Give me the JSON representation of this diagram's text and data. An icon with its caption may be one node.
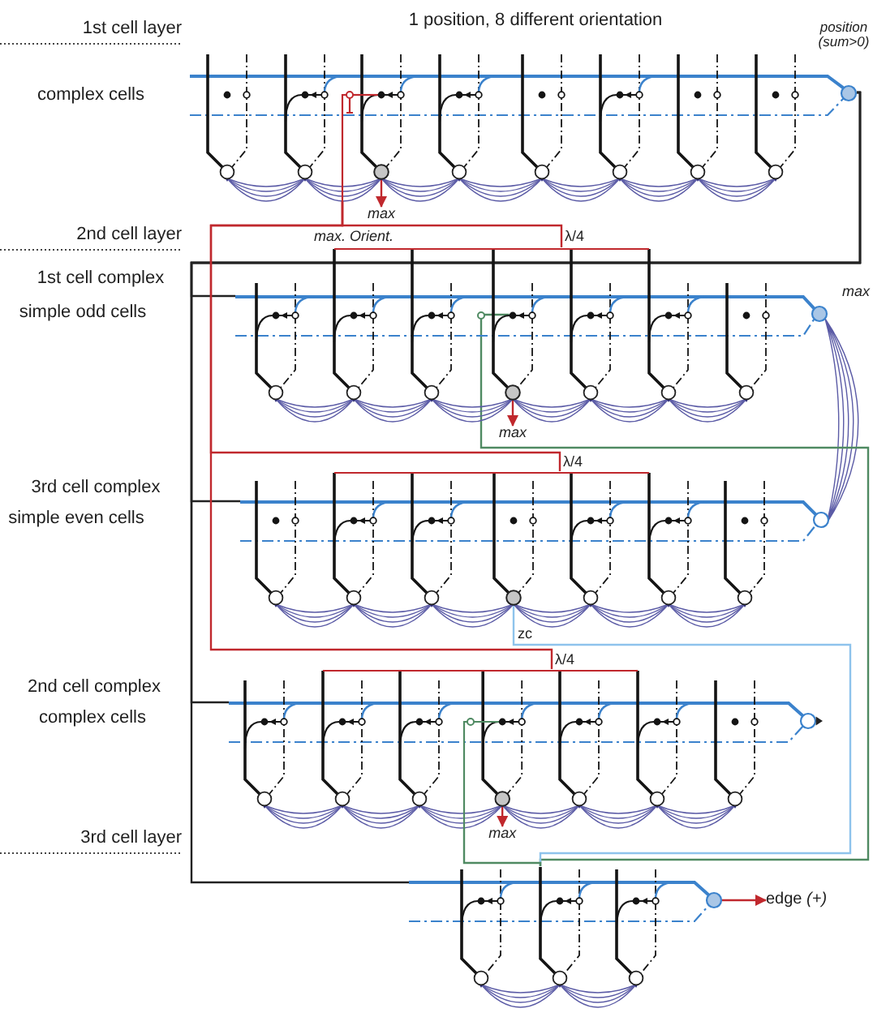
{
  "diagram": {
    "nodes": [
      {
        "text": [],
        "shape": "picture"
      },
      {
        "text": [],
        "shape": "circle",
        "in": 0
      },
      {
        "text": [
          "max"
        ]
      },
      {
        "text": [],
        "shape": "picture"
      },
      {
        "text": [],
        "shape": "circle",
        "in": 3
      },
      {
        "text": [
          "max"
        ]
      },
      {
        "text": [],
        "shape": "picture"
      },
      {
        "text": [],
        "shape": "circle",
        "in": 6
      },
      {
        "text": [],
        "shape": "picture"
      },
      {
        "text": [],
        "shape": "circle",
        "in": 8
      },
      {
        "text": [
          "max"
        ]
      },
      {
        "text": [],
        "shape": "picture"
      },
      {
        "text": [
          "edge *(+)*"
        ]
      }
    ],
    "edges": [
      {
        "from": 0,
        "to": 3,
        "arrow": "none",
        "color": "#222222"
      },
      {
        "from": 0,
        "to": 6,
        "arrow": "none",
        "color": "#222222"
      },
      {
        "from": 0,
        "to": 8,
        "arrow": "none",
        "color": "#222222"
      },
      {
        "from": 0,
        "to": 11,
        "arrow": "none",
        "color": "#222222"
      },
      {
        "from": 0,
        "to": 3,
        "arrow": "none",
        "label": "λ/4"
      },
      {
        "from": 0,
        "to": 6,
        "arrow": "none",
        "label": "λ/4"
      },
      {
        "from": 0,
        "to": 8,
        "arrow": "none",
        "label": "λ/4"
      },
      {
        "from": 3,
        "to": 6,
        "arrow": "none",
        "color": "#5b5ba6"
      },
      {
        "from": 3,
        "to": 11,
        "arrow": "none",
        "color": "#4f8a62"
      },
      {
        "from": 7,
        "to": 11,
        "arrow": "none",
        "color": "#8ec3ec",
        "label": "zc"
      },
      {
        "from": 8,
        "to": 11,
        "arrow": "none",
        "color": "#4f8a62"
      },
      {
        "from": 1,
        "to": 2,
        "arrow": "to"
      },
      {
        "from": 4,
        "to": 5,
        "arrow": "to"
      },
      {
        "from": 9,
        "to": 10,
        "arrow": "to"
      },
      {
        "from": 11,
        "to": 12,
        "arrow": "to"
      }
    ],
    "labels": [
      "1st cell layer",
      "1 position, 8 different orientation",
      "position (sum>0)",
      "complex cells",
      "2nd cell layer",
      "max. Orient.",
      "1st cell complex",
      "max",
      "simple odd cells",
      "3rd cell complex",
      "simple even cells",
      "2nd cell complex",
      "complex cells",
      "3rd cell layer"
    ]
  }
}
